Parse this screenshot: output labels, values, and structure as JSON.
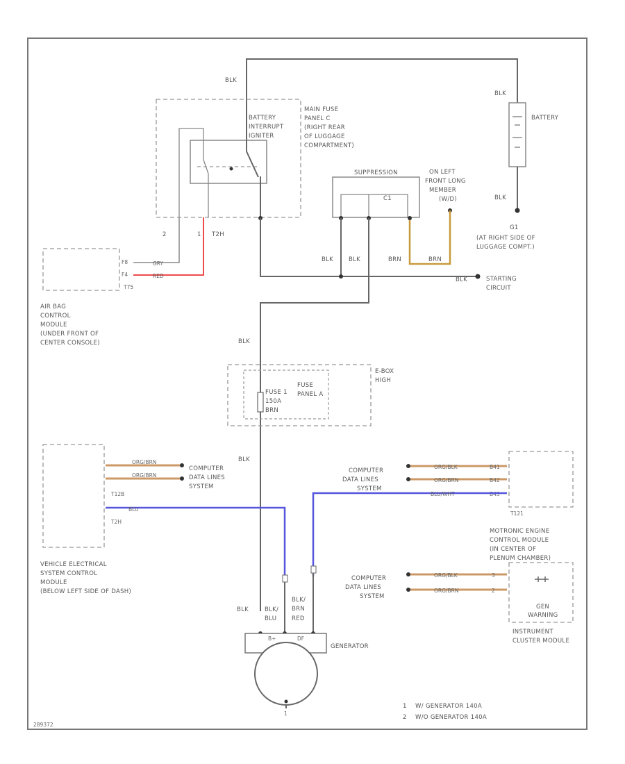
{
  "colors": {
    "red_wire": "#ee4a4a",
    "blue_wire": "#5555dd",
    "yellow_wire": "#c89a3c",
    "orange_brown_wire": "#cc9966",
    "default_wire": "#666666"
  },
  "labels": {
    "top_blk": "BLK",
    "battery_interrupt": [
      "BATTERY",
      "INTERRUPT",
      "IGNITER"
    ],
    "main_fuse_panel": [
      "MAIN FUSE",
      "PANEL C",
      "(RIGHT REAR",
      "OF LUGGAGE",
      "COMPARTMENT)"
    ],
    "battery_blk_top": "BLK",
    "battery": "BATTERY",
    "battery_blk_bottom": "BLK",
    "g1": "G1",
    "g1_loc": [
      "(AT RIGHT SIDE OF",
      "LUGGAGE COMPT.)"
    ],
    "pin2": "2",
    "pin1": "1",
    "t2h": "T2H",
    "suppression": "SUPPRESSION",
    "suppression_c1": "C1",
    "on_left_front": [
      "ON LEFT",
      "FRONT LONG",
      "MEMBER",
      "(W/D)"
    ],
    "blk1": "BLK",
    "blk2": "BLK",
    "brn1": "BRN",
    "brn2": "BRN",
    "airbag_pin_a": "F8",
    "airbag_pin_b": "F4",
    "airbag_grn": "GRY",
    "airbag_red": "RED",
    "t75": "T75",
    "airbag_module": [
      "AIR BAG",
      "CONTROL",
      "MODULE",
      "(UNDER FRONT OF",
      "CENTER CONSOLE)"
    ],
    "starting_wire": "BLK",
    "starting_circuit": [
      "STARTING",
      "CIRCUIT"
    ],
    "blk_mid": "BLK",
    "ebox": [
      "E-BOX",
      "HIGH"
    ],
    "fuse": [
      "FUSE 1",
      "150A",
      "BRN"
    ],
    "fuse_panel_a": [
      "FUSE",
      "PANEL A"
    ],
    "blk_lower": "BLK",
    "computer_data_left": [
      "COMPUTER",
      "DATA LINES",
      "SYSTEM"
    ],
    "left_wire_1": "ORG/BRN",
    "left_wire_2": "ORG/BRN",
    "t12b": "T12B",
    "blu_left": "BLU",
    "t2h_left": "T2H",
    "vehicle_module": [
      "VEHICLE ELECTRICAL",
      "SYSTEM CONTROL",
      "MODULE",
      "(BELOW LEFT SIDE OF DASH)"
    ],
    "computer_data_right1": [
      "COMPUTER",
      "DATA LINES",
      "SYSTEM"
    ],
    "right_wire_1": "ORG/BLK",
    "right_wire_2": "ORG/BRN",
    "right_wire_3": "BLU/WHT",
    "right_pin_1": "B41",
    "right_pin_2": "B42",
    "right_pin_3": "B43",
    "t121": "T121",
    "motronic": [
      "MOTRONIC ENGINE",
      "CONTROL MODULE",
      "(IN CENTER OF",
      "PLENUM CHAMBER)"
    ],
    "computer_data_right2": [
      "COMPUTER",
      "DATA LINES",
      "SYSTEM"
    ],
    "cluster_wire_1": "ORG/BLK",
    "cluster_wire_2": "ORG/BRN",
    "cluster_pin_1": "3",
    "cluster_pin_2": "2",
    "gen_warning": [
      "GEN",
      "WARNING"
    ],
    "instrument_cluster": [
      "INSTRUMENT",
      "CLUSTER MODULE"
    ],
    "gen_blk": "BLK",
    "gen_blk_blu": [
      "BLK/",
      "BLU"
    ],
    "gen_blk_brn": [
      "BLK/",
      "BRN"
    ],
    "gen_red": "RED",
    "gen_b": "B+",
    "gen_df": "DF",
    "generator": "GENERATOR",
    "gen_ground": "1",
    "note_1": [
      "1",
      "W/ GENERATOR 140A"
    ],
    "note_2": [
      "2",
      "W/O GENERATOR 140A"
    ],
    "diagram_id": "289372"
  }
}
